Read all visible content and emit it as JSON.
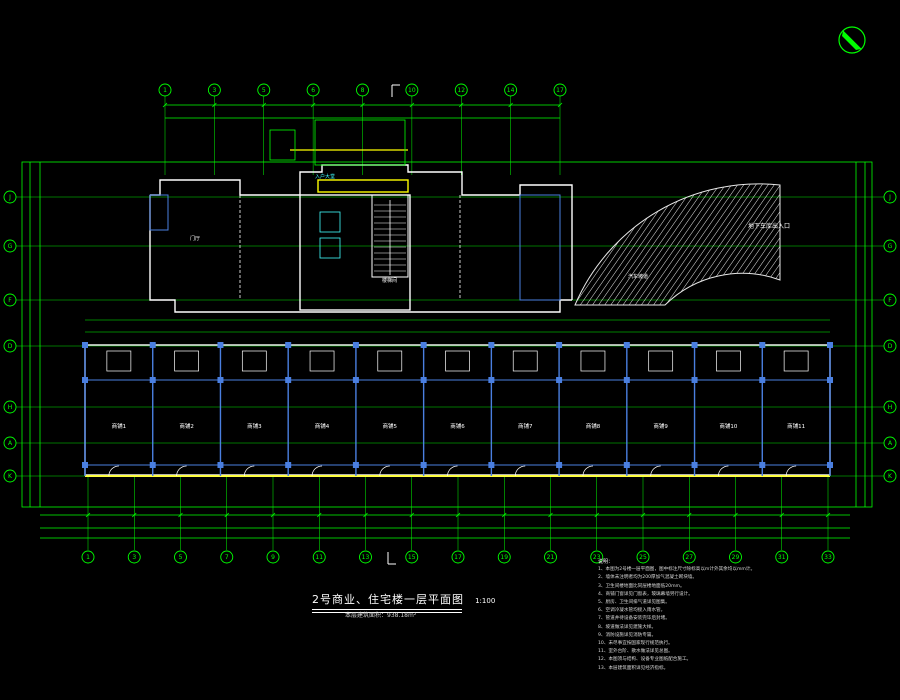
{
  "title": {
    "main": "2号商业、住宅楼一层平面图",
    "scale": "1:100",
    "area_note": "本层建筑面积：938.18m²"
  },
  "axes": {
    "top": [
      "1",
      "3",
      "5",
      "6",
      "8",
      "10",
      "12",
      "14",
      "17"
    ],
    "bottom": [
      "1",
      "3",
      "5",
      "7",
      "9",
      "11",
      "13",
      "15",
      "17",
      "19",
      "21",
      "23",
      "25",
      "27",
      "29",
      "31",
      "33"
    ],
    "left": [
      "J",
      "G",
      "F",
      "D",
      "H",
      "A",
      "K"
    ],
    "right": [
      "J",
      "G",
      "F",
      "D",
      "H",
      "A",
      "K"
    ]
  },
  "units": [
    "商铺1",
    "商铺2",
    "商铺3",
    "商铺4",
    "商铺5",
    "商铺6",
    "商铺7",
    "商铺8",
    "商铺9",
    "商铺10",
    "商铺11"
  ],
  "labels": {
    "ramp": "地下车库出入口",
    "ramp_inner": "汽车坡道",
    "entrance": "入户大堂",
    "lobby": "门厅",
    "stair": "楼梯间"
  },
  "notes_title": "说明：",
  "notes": [
    "1、本图为2号楼一层平面图，图中标注尺寸除标高以m计外其余均以mm计。",
    "2、墙体未注明者均为200厚加气混凝土砌块墙。",
    "3、卫生间楼地面比同层楼地面低20mm。",
    "4、商铺门窗详见门窗表，玻璃幕墙另行设计。",
    "5、厨房、卫生间排气道详见图集。",
    "6、空调冷凝水管均接入雨水管。",
    "7、管道井待设备安装完毕后封堵。",
    "8、坡道做法详见建施大样。",
    "9、消防设施详见消防专篇。",
    "10、未尽事宜按国家现行规范执行。",
    "11、室外台阶、散水做法详见总图。",
    "12、本图须与结构、设备专业图纸配合施工。",
    "13、本层建筑面积详见经济指标。"
  ],
  "colors": {
    "background": "#000000",
    "axis": "#00ff00",
    "wall": "#ffffff",
    "column": "#4a7fe0",
    "dimension": "#00ff00",
    "hatch": "#e8e8e8",
    "stair": "#ffff00",
    "text_cyan": "#40ffff",
    "storefront": "#ffff40",
    "compass": "#00ff00"
  }
}
